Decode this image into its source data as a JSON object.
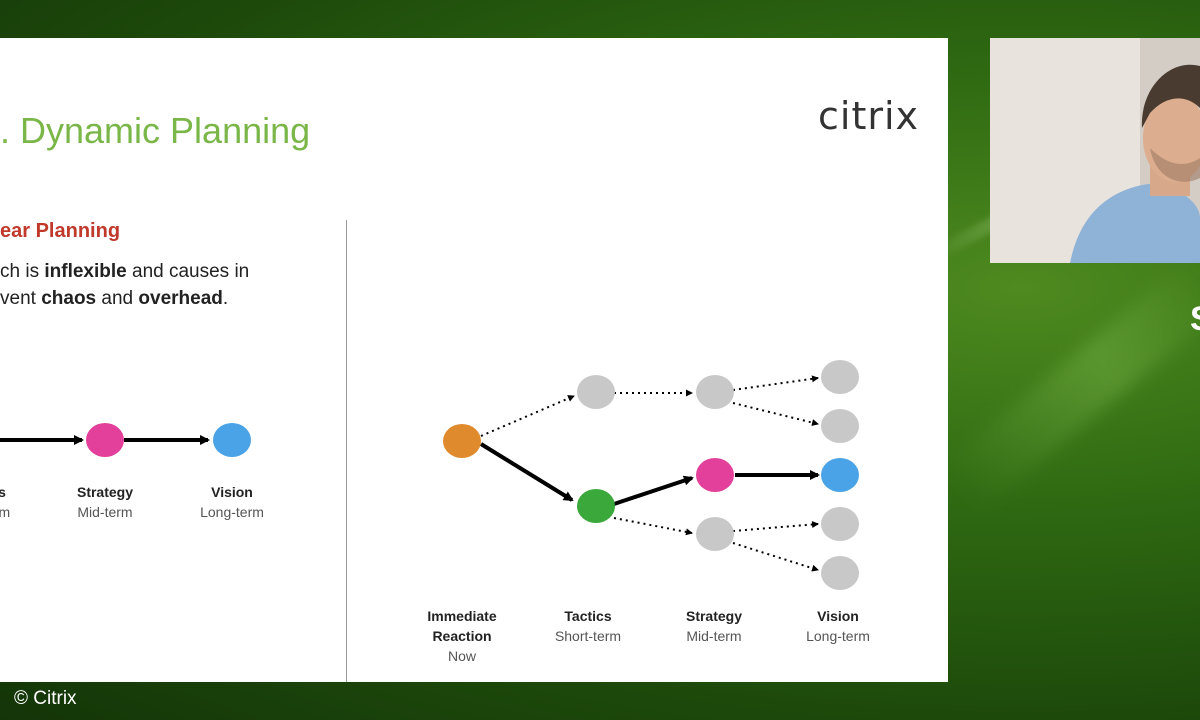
{
  "slide": {
    "logo": "citrix",
    "title": ". Dynamic Planning",
    "left_heading": "ear Planning",
    "left_text": {
      "line1_a": "ch is ",
      "line1_b": "inflexible",
      "line1_c": " and causes in",
      "line2_a": "vent ",
      "line2_b": "chaos",
      "line2_c": " and ",
      "line2_d": "overhead",
      "line2_e": "."
    },
    "left_labels": [
      {
        "title": "s",
        "sub": "rm"
      },
      {
        "title": "Strategy",
        "sub": "Mid-term"
      },
      {
        "title": "Vision",
        "sub": "Long-term"
      }
    ],
    "right_labels": [
      {
        "title": "Immediate",
        "title2": "Reaction",
        "sub": "Now"
      },
      {
        "title": "Tactics",
        "sub": "Short-term"
      },
      {
        "title": "Strategy",
        "sub": "Mid-term"
      },
      {
        "title": "Vision",
        "sub": "Long-term"
      }
    ],
    "colors": {
      "immediate": "#e08a2e",
      "tactics": "#3aa83a",
      "strategy": "#e2409a",
      "vision": "#4aa3e6",
      "option": "#c8c8c8"
    }
  },
  "footer": {
    "copyright": "© Citrix"
  },
  "edge_text": "S"
}
